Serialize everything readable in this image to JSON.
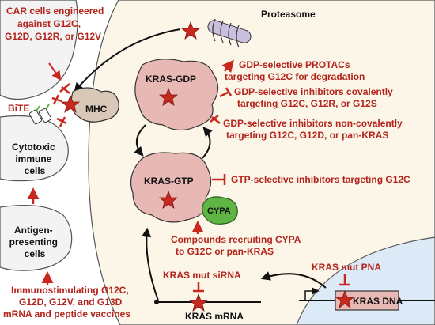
{
  "colors": {
    "accent_red": "#c8281e",
    "cell_fill": "#f3f3f3",
    "cytoplasm_fill": "#fbf6e8",
    "nucleus_fill": "#dce9f6",
    "kras_fill": "#e8b8b4",
    "cypa_fill": "#5fb543",
    "proteasome_fill": "#c9c0de",
    "mhc_fill": "#d9c8b8",
    "dna_fill": "#e8b8b4"
  },
  "labels": {
    "car": [
      "CAR cells engineered",
      "against G12C,",
      "G12D, G12R, or G12V"
    ],
    "bite": "BiTE",
    "mhc": "MHC",
    "cytotoxic": [
      "Cytotoxic",
      "immune",
      "cells"
    ],
    "antigen": [
      "Antigen-",
      "presenting",
      "cells"
    ],
    "vaccines": [
      "Immunostimulating G12C,",
      "G12D, G12V, and G13D",
      "mRNA and peptide vaccines"
    ],
    "proteasome": "Proteasome",
    "kras_gdp": "KRAS-GDP",
    "kras_gtp": "KRAS-GTP",
    "cypa": "CYPA",
    "protacs": [
      "GDP-selective PROTACs",
      "targeting G12C for degradation"
    ],
    "covalent": [
      "GDP-selective inhibitors covalently",
      "targeting G12C, G12R, or G12S"
    ],
    "noncovalent": [
      "GDP-selective inhibitors non-covalently",
      "targeting G12C, G12D, or pan-KRAS"
    ],
    "gtp_inhib": "GTP-selective inhibitors targeting G12C",
    "recruit": [
      "Compounds recruiting CYPA",
      "to G12C or pan-KRAS"
    ],
    "sirna": "KRAS mut siRNA",
    "mrna": "KRAS mRNA",
    "pna": "KRAS mut PNA",
    "dna": "KRAS DNA"
  }
}
